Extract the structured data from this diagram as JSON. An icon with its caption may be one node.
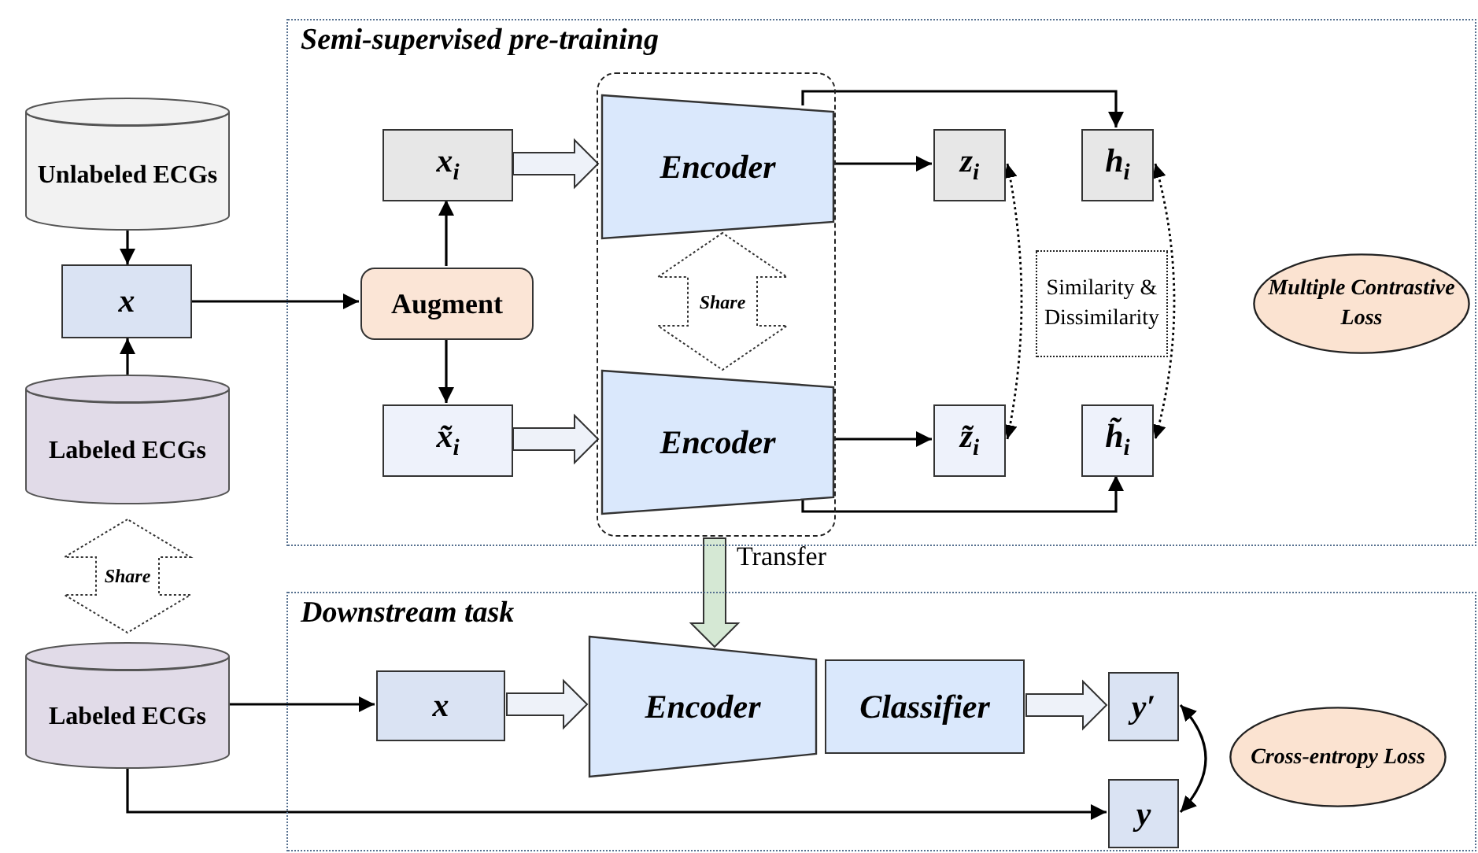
{
  "diagram": {
    "nodes": [
      {
        "text": [
          "Semi-supervised pre-training"
        ]
      },
      {
        "text": [],
        "shape": "box",
        "in": 0
      },
      {
        "text": [
          "Unlabeled ECGs"
        ]
      },
      {
        "text": [
          "x"
        ]
      },
      {
        "text": [
          "Labeled ECGs"
        ]
      },
      {
        "text": [
          "Augment"
        ],
        "in": 0
      },
      {
        "text": [
          "x$_{i}$"
        ],
        "in": 0
      },
      {
        "text": [
          "x̃$_{i}$"
        ],
        "in": 0
      },
      {
        "text": [
          "Encoder"
        ],
        "in": 1
      },
      {
        "text": [
          "Encoder"
        ],
        "in": 1
      },
      {
        "text": [
          "z$_{i}$"
        ],
        "in": 0
      },
      {
        "text": [
          "h$_{i}$"
        ],
        "in": 0
      },
      {
        "text": [
          "z̃$_{i}$"
        ],
        "in": 0
      },
      {
        "text": [
          "h̃$_{i}$"
        ],
        "in": 0
      },
      {
        "text": [
          "Similarity & Dissimilarity"
        ],
        "in": 0
      },
      {
        "text": [
          "Multiple Contrastive Loss"
        ],
        "in": 0
      },
      {
        "text": [
          "Downstream task"
        ]
      },
      {
        "text": [
          "Labeled ECGs"
        ]
      },
      {
        "text": [
          "x"
        ],
        "in": 16
      },
      {
        "text": [
          "Encoder"
        ],
        "in": 16
      },
      {
        "text": [
          "Classifier"
        ],
        "in": 16
      },
      {
        "text": [
          "y′"
        ],
        "in": 16
      },
      {
        "text": [
          "y"
        ],
        "in": 16
      },
      {
        "text": [
          "Cross-entropy Loss"
        ],
        "in": 16
      }
    ],
    "edges": [
      {
        "from": 2,
        "to": 3,
        "arrow": "to"
      },
      {
        "from": 4,
        "to": 3,
        "arrow": "to"
      },
      {
        "from": 3,
        "to": 5,
        "arrow": "to"
      },
      {
        "from": 5,
        "to": 6,
        "arrow": "to"
      },
      {
        "from": 5,
        "to": 7,
        "arrow": "to"
      },
      {
        "from": 6,
        "to": 8,
        "arrow": "to",
        "style": "thick"
      },
      {
        "from": 7,
        "to": 9,
        "arrow": "to",
        "style": "thick"
      },
      {
        "from": 8,
        "to": 10,
        "arrow": "to"
      },
      {
        "from": 8,
        "to": 11,
        "arrow": "to"
      },
      {
        "from": 9,
        "to": 12,
        "arrow": "to"
      },
      {
        "from": 9,
        "to": 13,
        "arrow": "to"
      },
      {
        "from": 10,
        "to": 12,
        "arrow": "both",
        "style": "dashed"
      },
      {
        "from": 11,
        "to": 13,
        "arrow": "both",
        "style": "dashed"
      },
      {
        "from": 1,
        "to": 19,
        "arrow": "to",
        "style": "thick",
        "color": "#d5e8d4",
        "label": "Transfer"
      },
      {
        "from": 18,
        "to": 19,
        "arrow": "to",
        "style": "thick"
      },
      {
        "from": 20,
        "to": 21,
        "arrow": "to",
        "style": "thick"
      },
      {
        "from": 17,
        "to": 18,
        "arrow": "to"
      },
      {
        "from": 17,
        "to": 22,
        "arrow": "to"
      },
      {
        "from": 21,
        "to": 22,
        "arrow": "both"
      },
      {
        "from": 8,
        "to": 9,
        "arrow": "both",
        "style": "thick",
        "color": "#ffffff",
        "label": "Share"
      },
      {
        "from": 4,
        "to": 17,
        "arrow": "both",
        "style": "thick",
        "color": "#ffffff",
        "label": "Share"
      }
    ]
  }
}
